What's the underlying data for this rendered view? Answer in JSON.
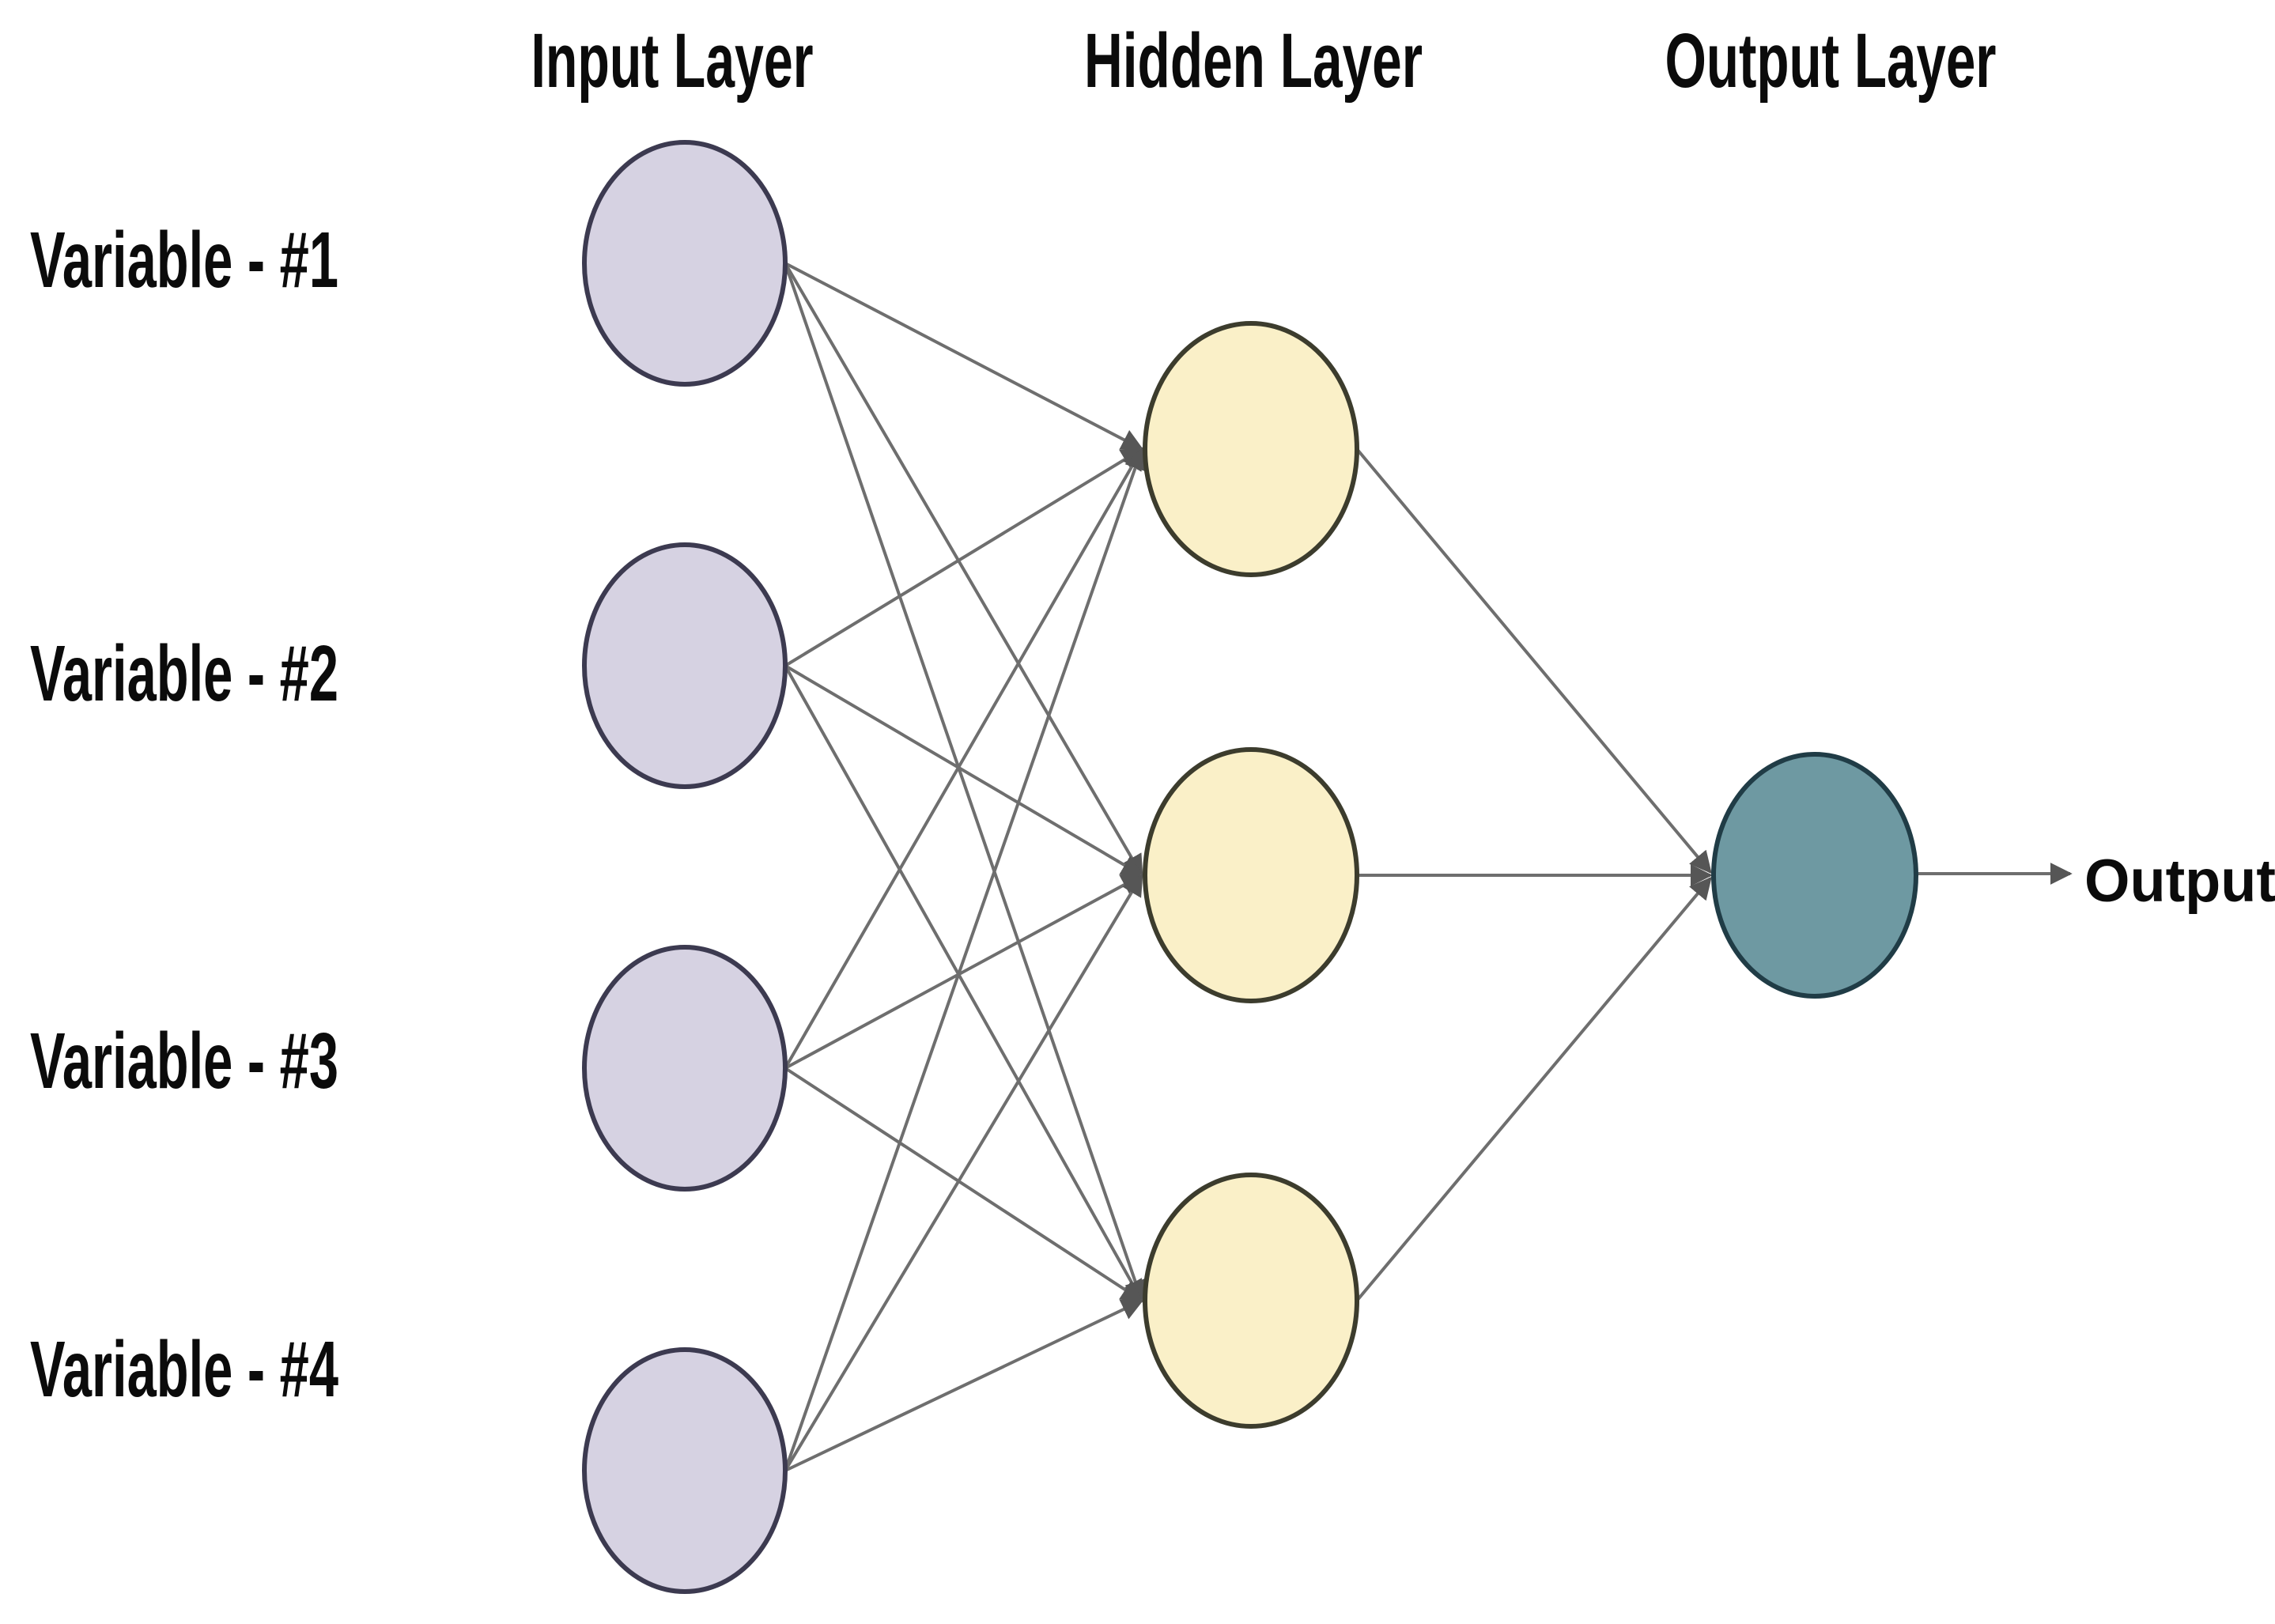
{
  "diagram": {
    "type": "neural-network",
    "background": "#ffffff",
    "text_color": "#0b0b0b",
    "edge_color": "#6e6e6e",
    "arrow_color": "#565656",
    "titles": {
      "input": "Input Layer",
      "hidden": "Hidden Layer",
      "output": "Output Layer"
    },
    "layers": {
      "input": {
        "name": "Input Layer",
        "fill": "#d6d2e2",
        "stroke": "#3c3a50",
        "node_count": 4,
        "node_labels": [
          "Variable - #1",
          "Variable - #2",
          "Variable - #3",
          "Variable - #4"
        ]
      },
      "hidden": {
        "name": "Hidden Layer",
        "fill": "#faf0c8",
        "stroke": "#3c3c2d",
        "node_count": 3
      },
      "output": {
        "name": "Output Layer",
        "fill": "#6e99a2",
        "stroke": "#203c46",
        "node_count": 1
      }
    },
    "labels": {
      "variable_1": "Variable - #1",
      "variable_2": "Variable - #2",
      "variable_3": "Variable - #3",
      "variable_4": "Variable - #4",
      "output": "Output"
    },
    "connectivity": {
      "input_to_hidden": "fully connected, 4 input nodes to 3 hidden nodes, arrows point into hidden nodes",
      "hidden_to_output": "fully connected, 3 hidden nodes to 1 output node, arrows point into output node",
      "output_arrow": "arrow from output node to the 'Output' label"
    }
  }
}
